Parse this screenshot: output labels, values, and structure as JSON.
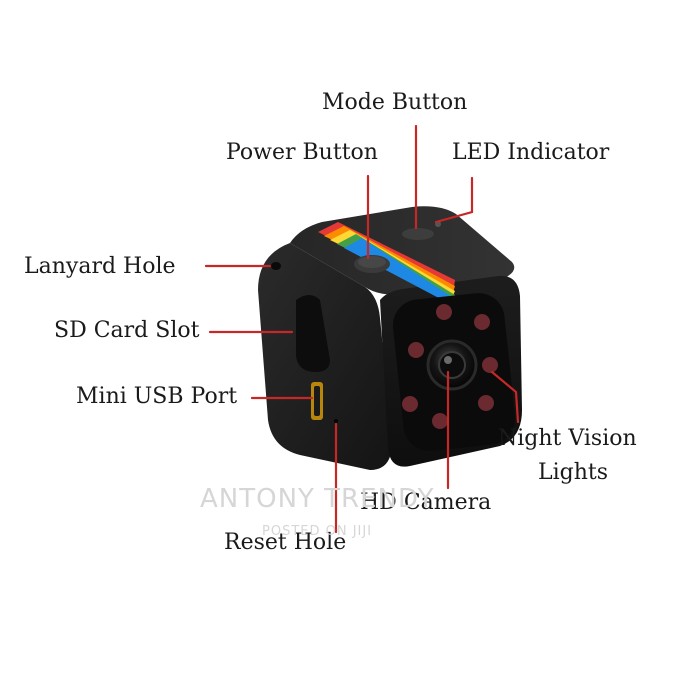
{
  "labels": {
    "mode_button": "Mode Button",
    "power_button": "Power Button",
    "led_indicator": "LED Indicator",
    "lanyard_hole": "Lanyard Hole",
    "sd_card_slot": "SD Card Slot",
    "mini_usb_port": "Mini USB Port",
    "night_vision_line1": "Night Vision",
    "night_vision_line2": "Lights",
    "hd_camera": "HD Camera",
    "reset_hole": "Reset Hole"
  },
  "watermark": {
    "main": "ANTONY TRENDY",
    "sub": "POSTED ON JIJI"
  },
  "colors": {
    "pointer": "#c62828",
    "body": "#1c1c1c",
    "stripe": [
      "#e53935",
      "#fb8c00",
      "#fdd835",
      "#43a047",
      "#1e88e5"
    ],
    "ir_led": "#6b2a2f"
  }
}
